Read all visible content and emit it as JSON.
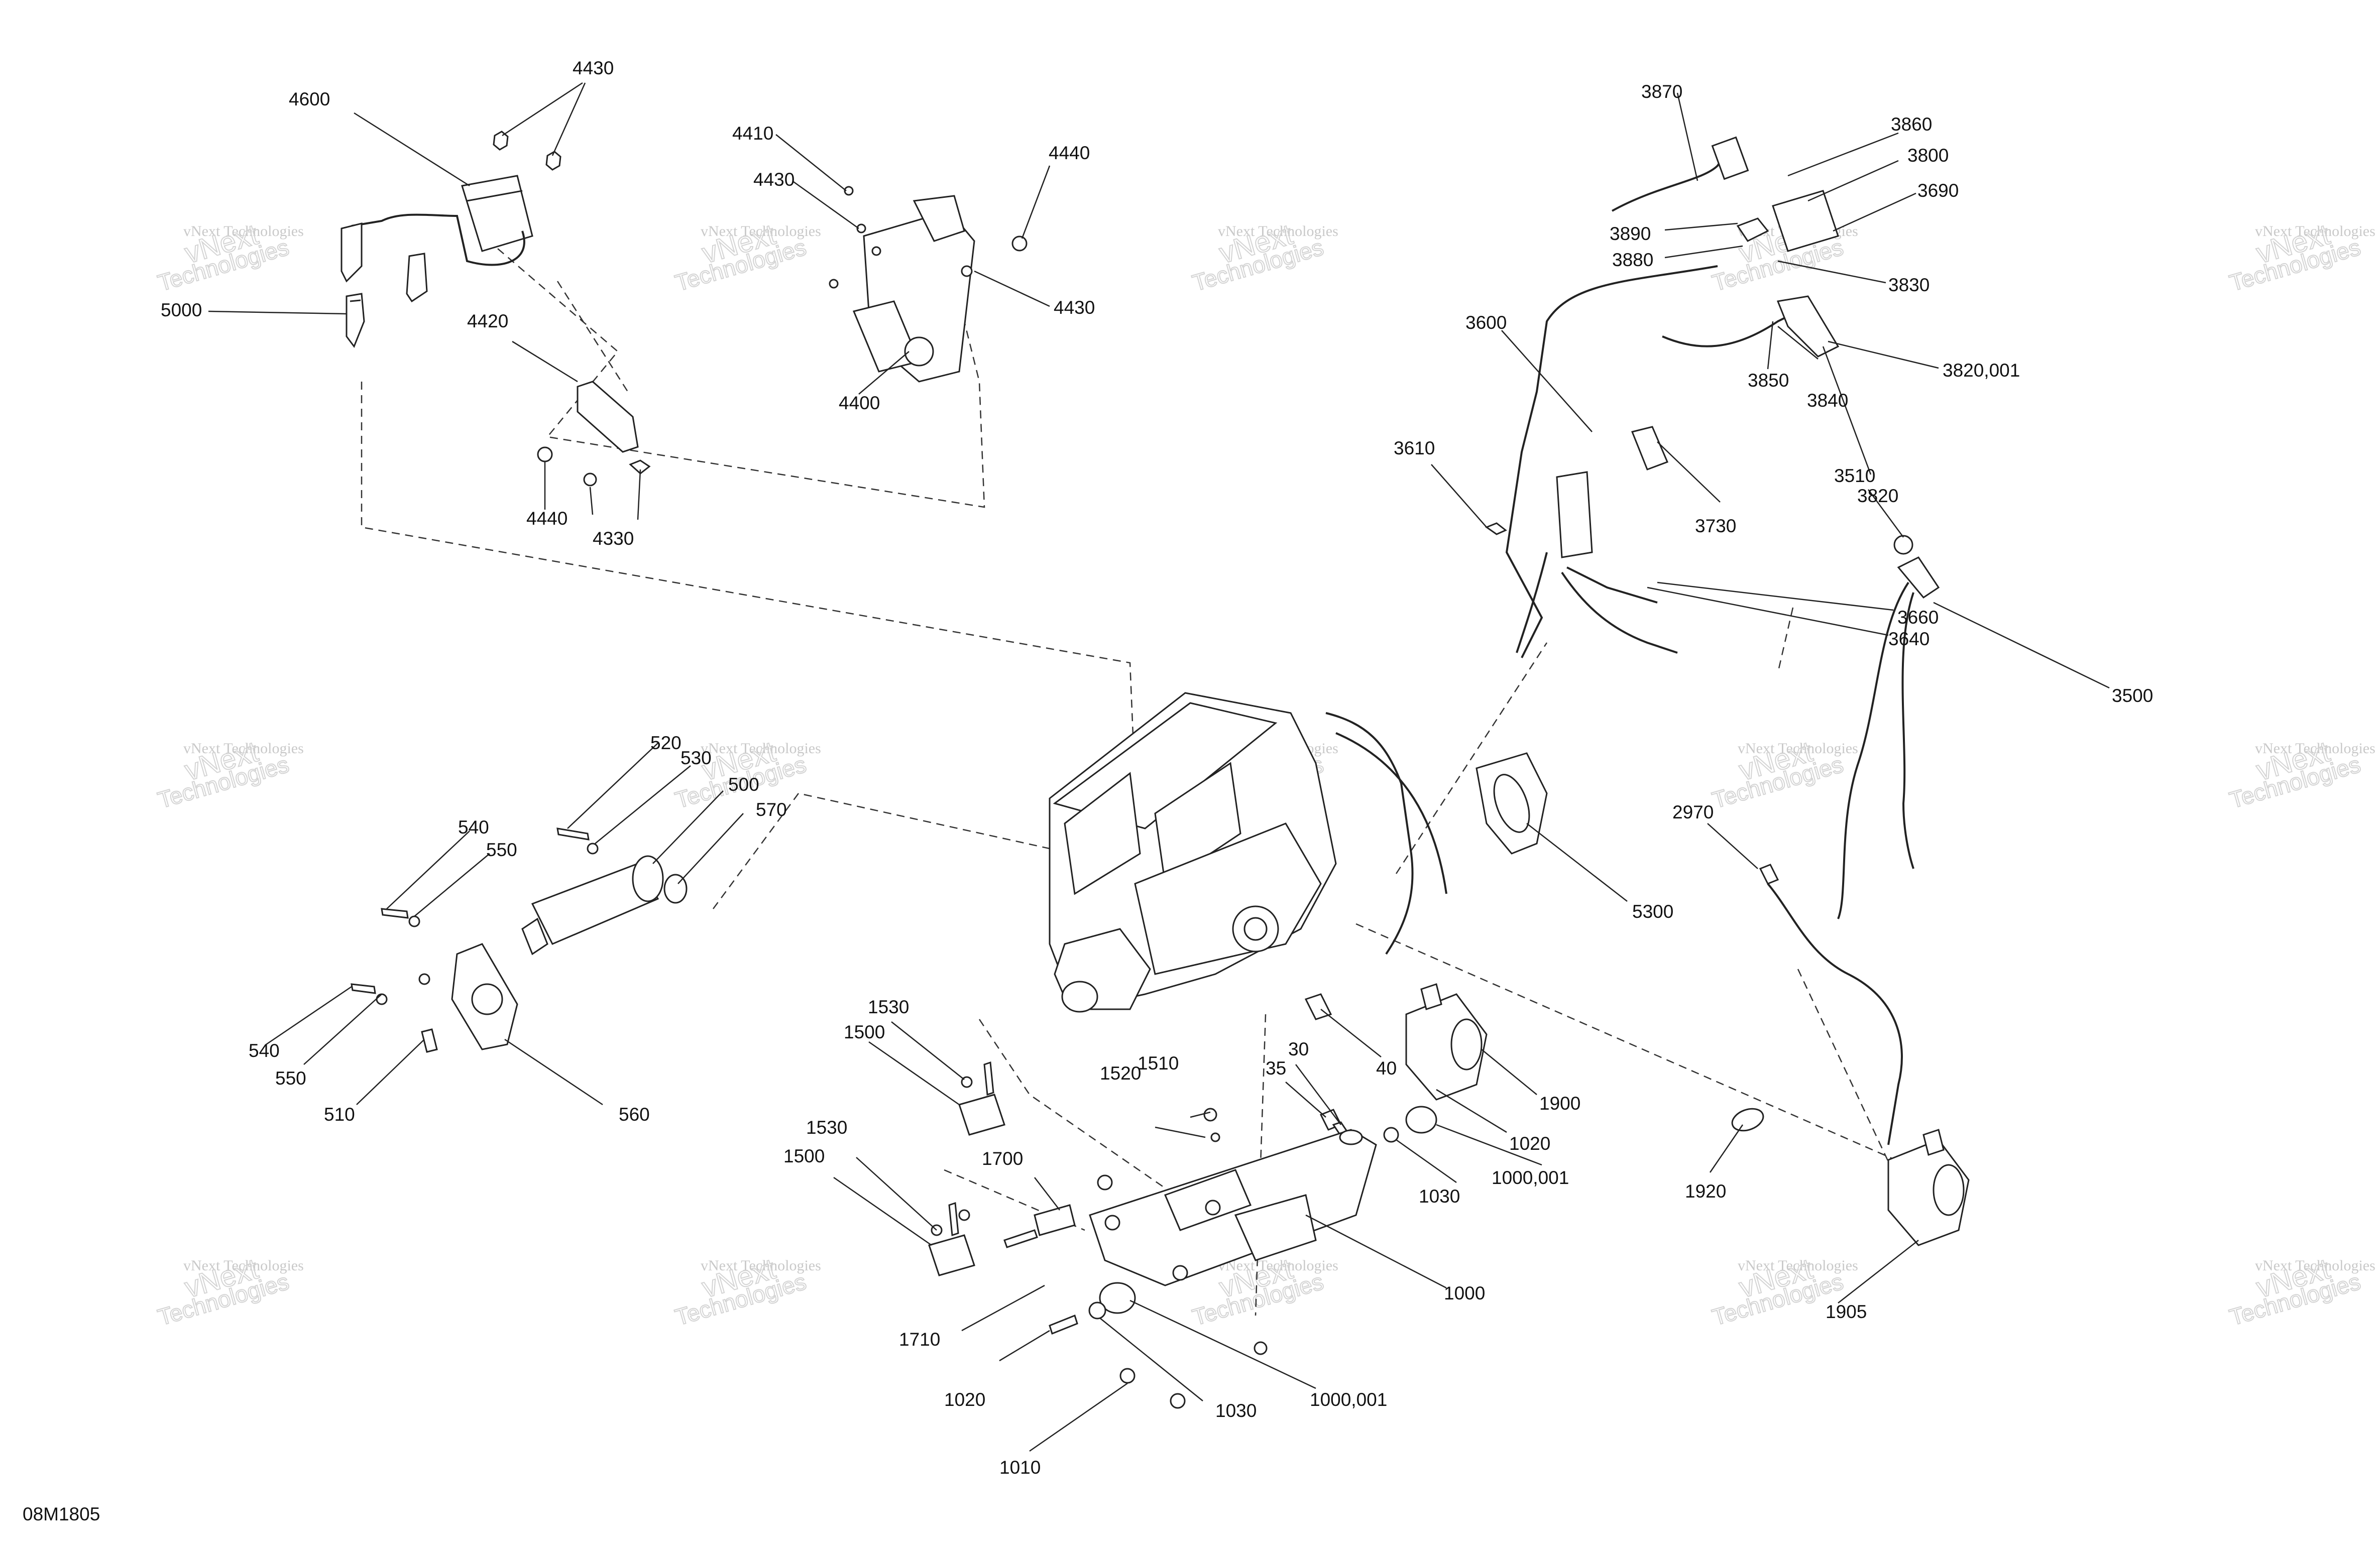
{
  "diagram_code": "08M1805",
  "watermark": {
    "line1": "vNext Technologies",
    "line2": "vNext",
    "line3": "Technologies"
  },
  "callouts": {
    "c4430_a": "4430",
    "c4600": "4600",
    "c5000": "5000",
    "c4420": "4420",
    "c4440_a": "4440",
    "c4330": "4330",
    "c4410": "4410",
    "c4430_b": "4430",
    "c4440_b": "4440",
    "c4430_c": "4430",
    "c4400": "4400",
    "c3870": "3870",
    "c3860": "3860",
    "c3800": "3800",
    "c3690": "3690",
    "c3890": "3890",
    "c3880": "3880",
    "c3830": "3830",
    "c3600": "3600",
    "c3850": "3850",
    "c3840": "3840",
    "c3820_001": "3820,001",
    "c3610": "3610",
    "c3730": "3730",
    "c3510": "3510",
    "c3820": "3820",
    "c3660": "3660",
    "c3640": "3640",
    "c3500": "3500",
    "c520": "520",
    "c530": "530",
    "c500": "500",
    "c570": "570",
    "c540_a": "540",
    "c550_a": "550",
    "c540_b": "540",
    "c550_b": "550",
    "c510": "510",
    "c560": "560",
    "c5300": "5300",
    "c2970": "2970",
    "c1530_a": "1530",
    "c1500_a": "1500",
    "c1520": "1520",
    "c1510": "1510",
    "c35": "35",
    "c30": "30",
    "c40": "40",
    "c1900": "1900",
    "c1020_a": "1020",
    "c1000_001_a": "1000,001",
    "c1030_a": "1030",
    "c1920": "1920",
    "c1530_b": "1530",
    "c1500_b": "1500",
    "c1700": "1700",
    "c1000": "1000",
    "c1710": "1710",
    "c1905": "1905",
    "c1020_b": "1020",
    "c1030_b": "1030",
    "c1000_001_b": "1000,001",
    "c1010": "1010"
  }
}
